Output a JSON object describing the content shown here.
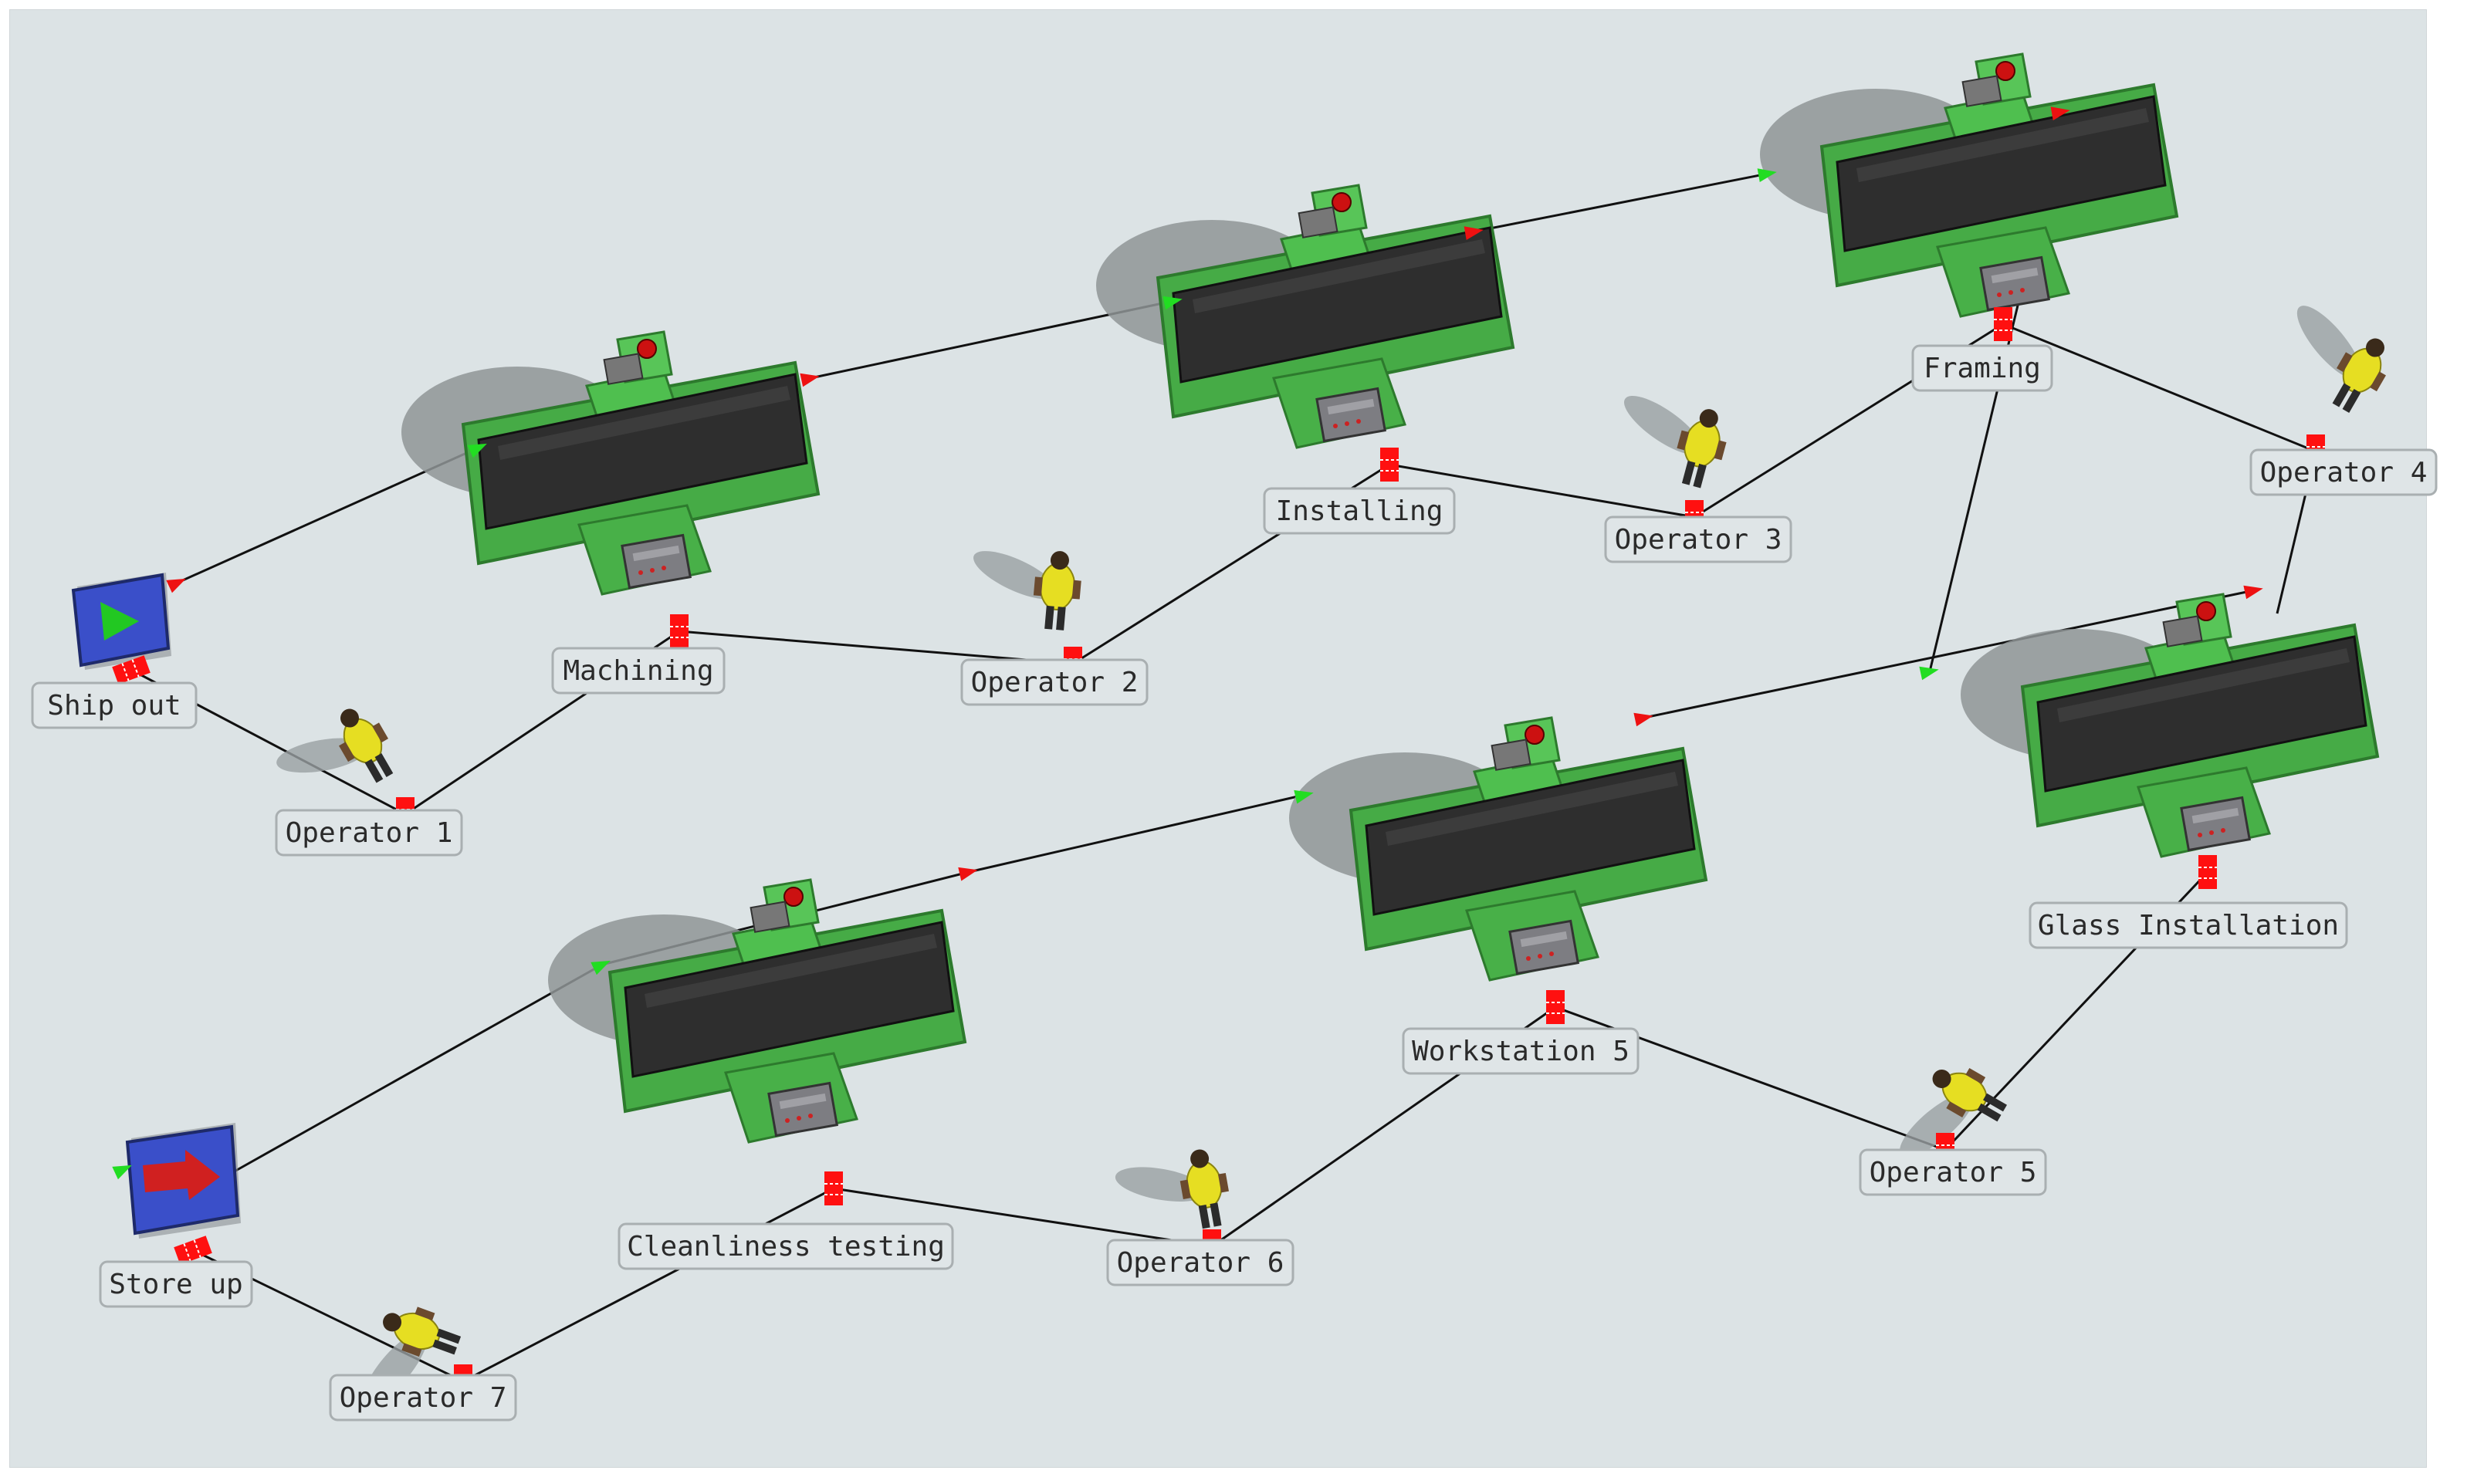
{
  "labels": {
    "ship_out": "Ship out",
    "store_up": "Store up",
    "machining": "Machining",
    "installing": "Installing",
    "framing": "Framing",
    "glass_installation": "Glass Installation",
    "workstation_5": "Workstation 5",
    "cleanliness_testing": "Cleanliness testing",
    "operator_1": "Operator 1",
    "operator_2": "Operator 2",
    "operator_3": "Operator 3",
    "operator_4": "Operator 4",
    "operator_5": "Operator 5",
    "operator_6": "Operator 6",
    "operator_7": "Operator 7"
  },
  "colors": {
    "background": "#dce3e5",
    "machine_body": "#4bb34b",
    "conveyor_belt": "#2e2e2e",
    "port_marker": "#ff1010",
    "input_arrow": "#22dd22",
    "output_arrow": "#ee1111",
    "source_panel": "#3a4fc9",
    "operator_shirt": "#e8e020"
  },
  "icons": {
    "sink": "green-play-arrow-panel-icon",
    "source": "red-arrow-panel-icon",
    "workstation": "conveyor-machine-icon",
    "operator": "person-icon"
  }
}
